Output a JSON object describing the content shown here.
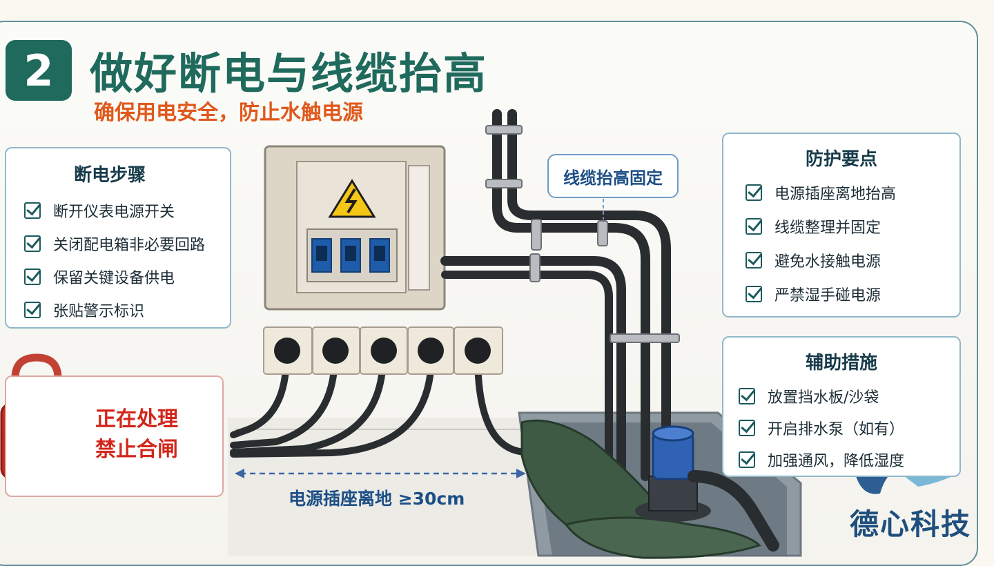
{
  "header": {
    "step_number": "2",
    "title": "做好断电与线缆抬高",
    "subtitle": "确保用电安全，防止水触电源"
  },
  "power_off_steps": {
    "title": "断电步骤",
    "items": [
      "断开仪表电源开关",
      "关闭配电箱非必要回路",
      "保留关键设备供电",
      "张贴警示标识"
    ]
  },
  "protection_points": {
    "title": "防护要点",
    "items": [
      "电源插座离地抬高",
      "线缆整理并固定",
      "避免水接触电源",
      "严禁湿手碰电源"
    ]
  },
  "auxiliary_measures": {
    "title": "辅助措施",
    "items": [
      "放置挡水板/沙袋",
      "开启排水泵（如有）",
      "加强通风，降低湿度"
    ]
  },
  "lockout_warning": {
    "line1": "正在处理",
    "line2": "禁止合闸"
  },
  "diagram": {
    "cable_callout": "线缆抬高固定",
    "socket_height_label": "电源插座离地 ≥30cm"
  },
  "brand": {
    "name": "德心科技"
  },
  "colors": {
    "title_green": "#1f6a5c",
    "subtitle_orange": "#e0581c",
    "warning_red": "#d2261b",
    "label_blue": "#1d4f86"
  }
}
